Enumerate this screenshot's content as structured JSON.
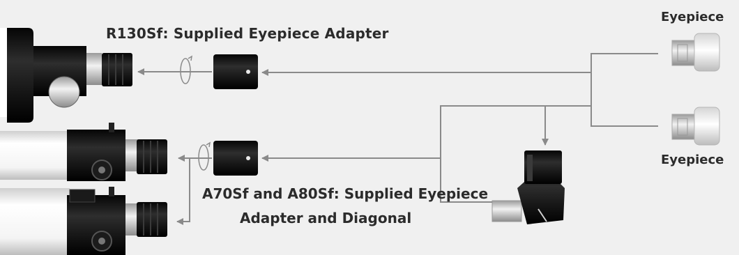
{
  "labels": {
    "r130": "R130Sf: Supplied Eyepiece Adapter",
    "eyepiece_top": "Eyepiece",
    "eyepiece_bottom": "Eyepiece",
    "a70_line1": "A70Sf and A80Sf: Supplied Eyepiece",
    "a70_line2": "Adapter and Diagonal"
  },
  "colors": {
    "background": "#f0f0f0",
    "arrow_line": "#8a8a8a",
    "tube_white": "#f6f6f6",
    "tube_black": "#151515",
    "text": "#2b2b2b"
  }
}
